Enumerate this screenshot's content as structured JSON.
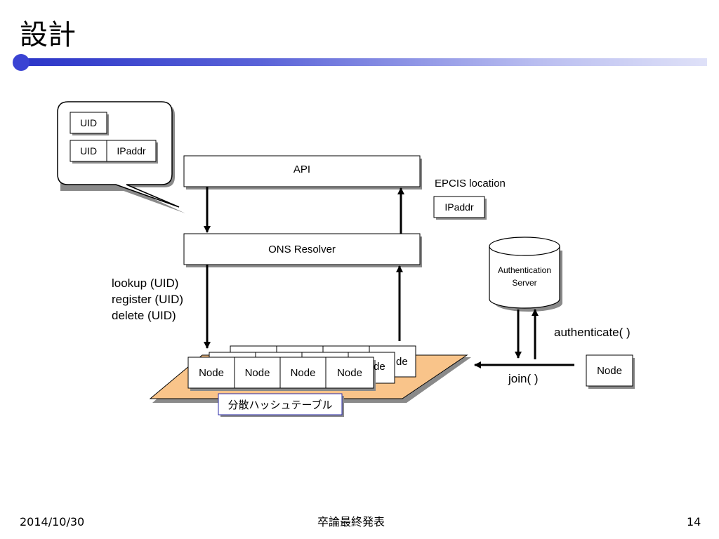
{
  "title": "設計",
  "bubble": {
    "uid": "UID",
    "uid2": "UID",
    "ipaddr": "IPaddr"
  },
  "api": "API",
  "epcis": {
    "label": "EPCIS location",
    "ipaddr": "IPaddr"
  },
  "ons_resolver": "ONS Resolver",
  "operations": [
    "lookup (UID)",
    "register (UID)",
    "delete (UID)"
  ],
  "auth_server": [
    "Authentication",
    "Server"
  ],
  "authenticate": "authenticate( )",
  "join": "join( )",
  "nodes": [
    "Node",
    "Node",
    "Node",
    "Node"
  ],
  "back_node_partial": [
    "de",
    "de"
  ],
  "remote_node": "Node",
  "dht": "分散ハッシュテーブル",
  "footer": {
    "date": "2014/10/30",
    "center": "卒論最終発表",
    "page": "14"
  }
}
